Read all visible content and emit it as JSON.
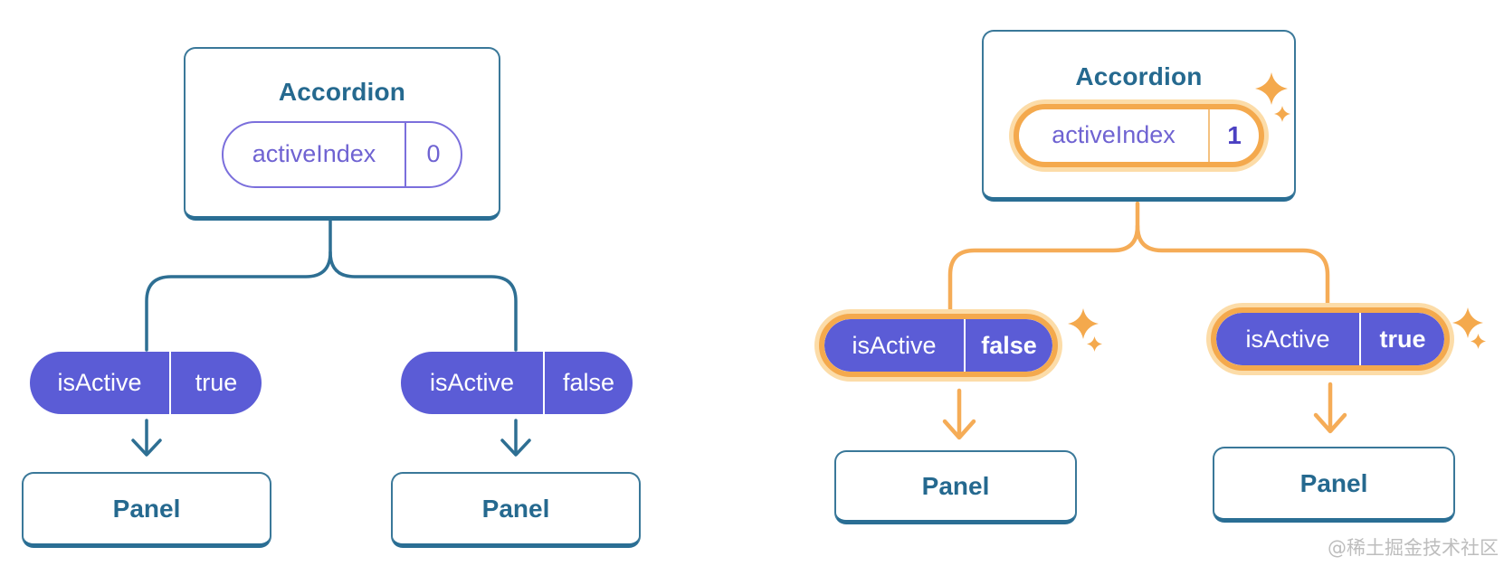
{
  "colors": {
    "teal-border": "#3A7899",
    "teal-dark": "#2A6E94",
    "teal-text": "#25698F",
    "teal-line": "#2E6F93",
    "purple-bg": "#5B5CD6",
    "purple-outline": "#7B6FDC",
    "purple-text": "#6F63D2",
    "indigo-bold": "#4B40C2",
    "orange": "#F4A94D",
    "orange-line": "#F5AC57",
    "orange-glow": "#FCDCA8",
    "orange-divider": "#F4C180",
    "watermark-gray": "#BDBDBD"
  },
  "left_tree": {
    "root": {
      "title": "Accordion",
      "state_label": "activeIndex",
      "state_value": "0"
    },
    "pills": [
      {
        "label": "isActive",
        "value": "true"
      },
      {
        "label": "isActive",
        "value": "false"
      }
    ],
    "panels": [
      "Panel",
      "Panel"
    ]
  },
  "right_tree": {
    "root": {
      "title": "Accordion",
      "state_label": "activeIndex",
      "state_value": "1"
    },
    "pills": [
      {
        "label": "isActive",
        "value": "false"
      },
      {
        "label": "isActive",
        "value": "true"
      }
    ],
    "panels": [
      "Panel",
      "Panel"
    ]
  },
  "watermark": "@稀土掘金技术社区"
}
